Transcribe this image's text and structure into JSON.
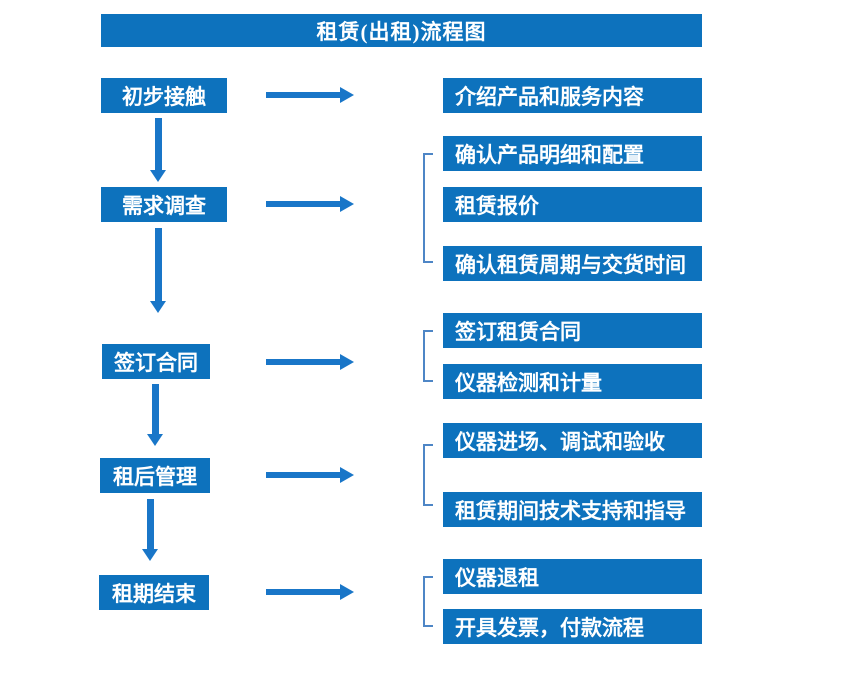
{
  "title": "租赁(出租)流程图",
  "colors": {
    "box_blue": "#0d72bd",
    "arrow_blue": "#1976c8",
    "bracket_blue": "#4e86c6",
    "text": "#ffffff",
    "background": "#ffffff"
  },
  "flow": {
    "steps": [
      {
        "label": "初步接触",
        "outputs": [
          "介绍产品和服务内容"
        ]
      },
      {
        "label": "需求调查",
        "outputs": [
          "确认产品明细和配置",
          "租赁报价",
          "确认租赁周期与交货时间"
        ]
      },
      {
        "label": "签订合同",
        "outputs": [
          "签订租赁合同",
          "仪器检测和计量"
        ]
      },
      {
        "label": "租后管理",
        "outputs": [
          "仪器进场、调试和验收",
          "租赁期间技术支持和指导"
        ]
      },
      {
        "label": "租期结束",
        "outputs": [
          "仪器退租",
          "开具发票，付款流程"
        ]
      }
    ]
  }
}
